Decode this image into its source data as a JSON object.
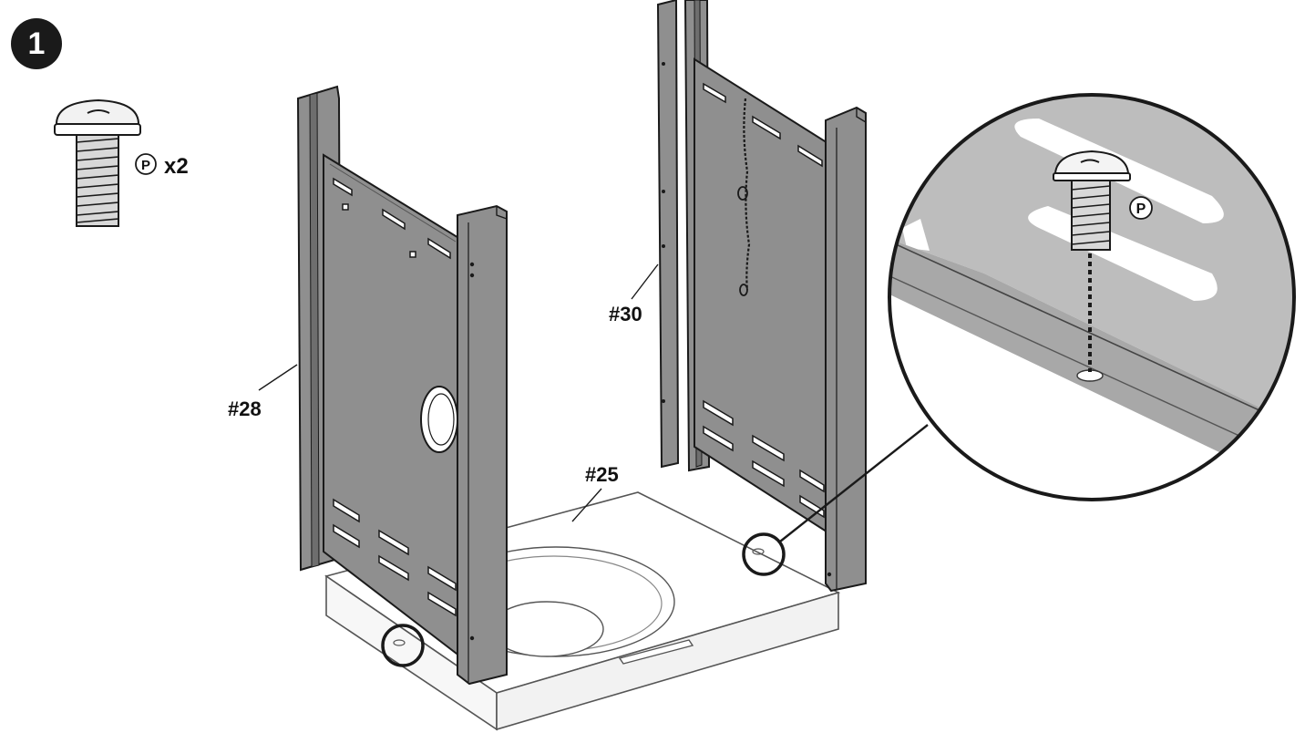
{
  "step": {
    "number": "1"
  },
  "hardware": {
    "part_letter": "P",
    "quantity": "x2"
  },
  "parts": {
    "side_panel_left": "#28",
    "side_panel_right": "#30",
    "base_tray": "#25"
  },
  "detail": {
    "part_letter": "P"
  },
  "colors": {
    "panel": "#8f8f8f",
    "panel_dark": "#6e6e6e",
    "outline": "#1a1a1a",
    "base": "#ffffff"
  }
}
